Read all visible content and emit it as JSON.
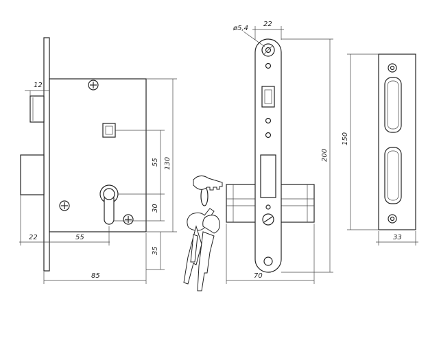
{
  "diagram": {
    "body_view": {
      "dims": {
        "bolt_thickness": "12",
        "cylinder_spacing": "55",
        "height": "130",
        "lower_offset": "30",
        "bottom_offset": "35",
        "backset": "55",
        "faceplate_offset": "22",
        "depth": "85"
      }
    },
    "faceplate_view": {
      "dims": {
        "hole_diameter": "ø5,4",
        "width": "22",
        "height": "200",
        "cylinder_width": "70"
      }
    },
    "strike_plate_view": {
      "dims": {
        "height": "150",
        "width": "33"
      }
    },
    "icons": [
      "screw-icon",
      "cylinder-keyhole-icon",
      "keys-icon"
    ],
    "colors": {
      "line": "#222222",
      "background": "#ffffff"
    }
  }
}
